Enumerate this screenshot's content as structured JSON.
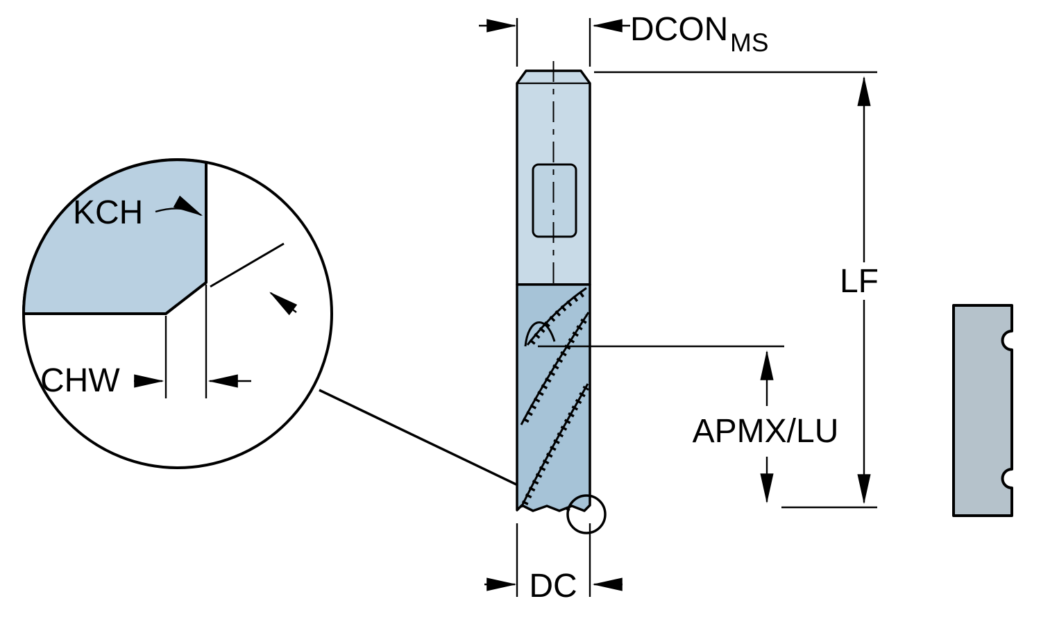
{
  "labels": {
    "dcon": {
      "text": "DCON",
      "subscript": "MS"
    },
    "lf": {
      "text": "LF"
    },
    "apmx_lu": {
      "text": "APMX/LU"
    },
    "dc": {
      "text": "DC"
    },
    "kch": {
      "text": "KCH"
    },
    "chw": {
      "text": "CHW"
    }
  },
  "colors": {
    "background": "#ffffff",
    "outline": "#000000",
    "shank_fill": "#c8dae7",
    "flat_fill": "#bdd3e2",
    "flute_fill": "#a6c3d7",
    "detail_corner_fill": "#b9d0e1",
    "profile_fill": "#b5c2cb"
  }
}
